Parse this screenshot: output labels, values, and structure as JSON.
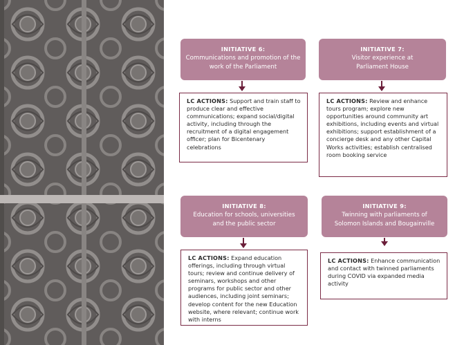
{
  "initiatives": [
    {
      "title": "INITIATIVE 6:",
      "subtitle": "Communications and promotion of the work of the Parliament",
      "actions_label": "LC ACTIONS:",
      "actions_text": "Support and train staff to produce clear and effective communications; expand social/digital activity, including through the recruitment of a digital engagement officer; plan for Bicentenary celebrations"
    },
    {
      "title": "INITIATIVE 7:",
      "subtitle": "Visitor experience at Parliament House",
      "actions_label": "LC ACTIONS:",
      "actions_text": "Review and enhance tours program; explore new opportunities around community art exhibitions, including events and virtual exhibitions; support establishment of a concierge desk and any other Capital Works activities; establish centralised room booking service"
    },
    {
      "title": "INITIATIVE 8:",
      "subtitle": "Education for schools, universities and the public sector",
      "actions_label": "LC ACTIONS:",
      "actions_text": "Expand education offerings, including through virtual tours; review and continue delivery of seminars, workshops and other programs for public sector and other audiences, including joint seminars; develop content for the new Education website, where relevant; continue work with interns"
    },
    {
      "title": "INITIATIVE 9:",
      "subtitle": "Twinning with parliaments of Solomon Islands and Bougainville",
      "actions_label": "LC ACTIONS:",
      "actions_text": "Enhance communication and contact with twinned parliaments during COVID via expanded media activity"
    }
  ],
  "colors": {
    "header_fill": "#b58399",
    "arrow": "#6b1f3a",
    "action_border": "#7a2a45"
  }
}
